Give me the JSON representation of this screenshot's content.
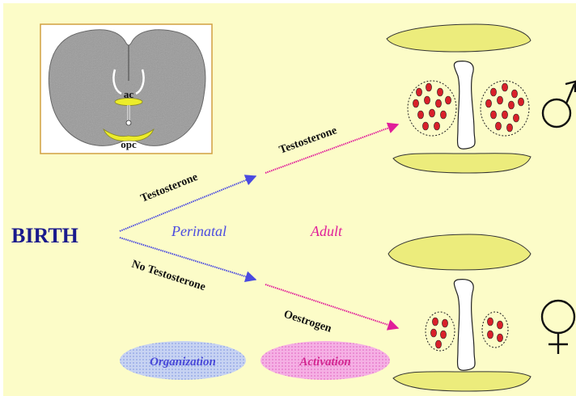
{
  "colors": {
    "background": "#fcfcc8",
    "structure_fill": "#ecec7c",
    "nucleus_cell": "#d9202a",
    "perinatal_blue": "#4a4ae0",
    "adult_magenta": "#e01e9a",
    "birth_navy": "#1a1a8c",
    "organization_fill": "#c7d3f2",
    "activation_fill": "#f5b0e4",
    "organization_text": "#4848d8",
    "activation_text": "#d22690",
    "brain_border": "#d1a040"
  },
  "brain_inset": {
    "ac_label": "ac",
    "opc_label": "opc"
  },
  "birth_label": "BIRTH",
  "periods": {
    "perinatal": "Perinatal",
    "adult": "Adult"
  },
  "arrows": {
    "male_perinatal": "Testosterone",
    "male_adult": "Testosterone",
    "female_perinatal": "No Testosterone",
    "female_adult": "Oestrogen"
  },
  "phases": {
    "organization": "Organization",
    "activation": "Activation"
  },
  "symbols": {
    "male": {
      "icon": "male-symbol-icon",
      "glyph": "♂"
    },
    "female": {
      "icon": "female-symbol-icon",
      "glyph": "♀"
    }
  }
}
